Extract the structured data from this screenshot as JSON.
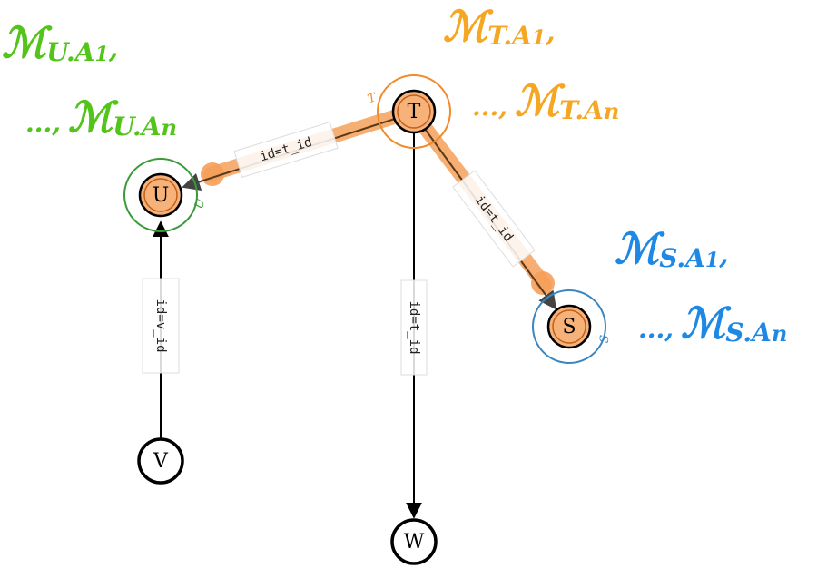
{
  "colors": {
    "green": "#52c41a",
    "orange": "#f5a623",
    "blue": "#1e88e5",
    "node_fill": "#f7b27a",
    "highlight": "#f5a05a",
    "ring_green": "#3a9a3a",
    "ring_orange": "#f08a2a",
    "ring_blue": "#3a86c0"
  },
  "nodes": {
    "T": "T",
    "U": "U",
    "S": "S",
    "V": "V",
    "W": "W"
  },
  "ports": {
    "T": "T",
    "U": "U",
    "S": "S"
  },
  "edges": {
    "t_to_u": "id=t_id",
    "t_to_s": "id=t_id",
    "t_to_w": "id=t_id",
    "v_to_u": "id=v_id"
  },
  "annotations": {
    "U": {
      "line1_glyph": "ℳ",
      "line1_sub": "U.A",
      "line1_idx": "1",
      "line1_comma": ",",
      "line2_prefix": "...,",
      "line2_glyph": "ℳ",
      "line2_sub": "U.A",
      "line2_idx": "n"
    },
    "T": {
      "line1_glyph": "ℳ",
      "line1_sub": "T.A",
      "line1_idx": "1",
      "line1_comma": ",",
      "line2_prefix": "...,",
      "line2_glyph": "ℳ",
      "line2_sub": "T.A",
      "line2_idx": "n"
    },
    "S": {
      "line1_glyph": "ℳ",
      "line1_sub": "S.A",
      "line1_idx": "1",
      "line1_comma": ",",
      "line2_prefix": "...,",
      "line2_glyph": "ℳ",
      "line2_sub": "S.A",
      "line2_idx": "n"
    }
  }
}
